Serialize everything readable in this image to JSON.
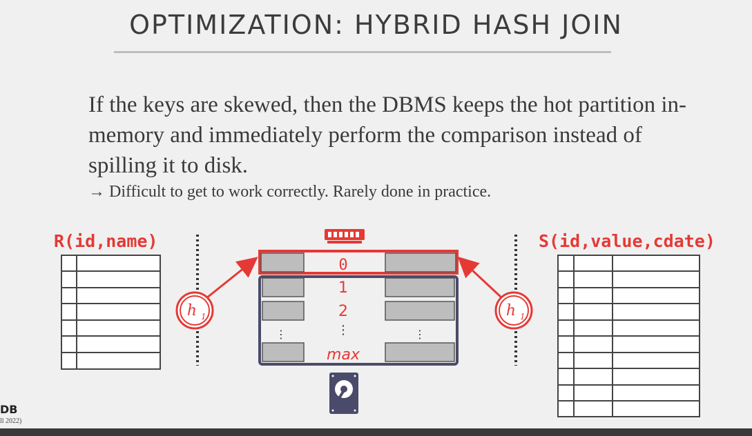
{
  "slide": {
    "title": "OPTIMIZATION: HYBRID HASH JOIN",
    "body_main": "If the keys are skewed, then the DBMS keeps the hot partition in-memory and immediately perform the comparison instead of spilling it to disk.",
    "body_sub": "→ Difficult to get to work correctly. Rarely done in practice."
  },
  "diagram": {
    "left_table_label": "R(id,name)",
    "right_table_label": "S(id,value,cdate)",
    "hash_function": "h",
    "hash_subscript": "1",
    "bucket_labels": [
      "0",
      "1",
      "2",
      "⋮",
      "max"
    ],
    "memory_icon": "ram-chip-icon",
    "disk_icon": "hard-drive-icon",
    "accent_color": "#e53935",
    "frame_color": "#4a4a6a"
  },
  "footer": {
    "logo_text": "DB",
    "logo_sub": "ll 2022)"
  }
}
